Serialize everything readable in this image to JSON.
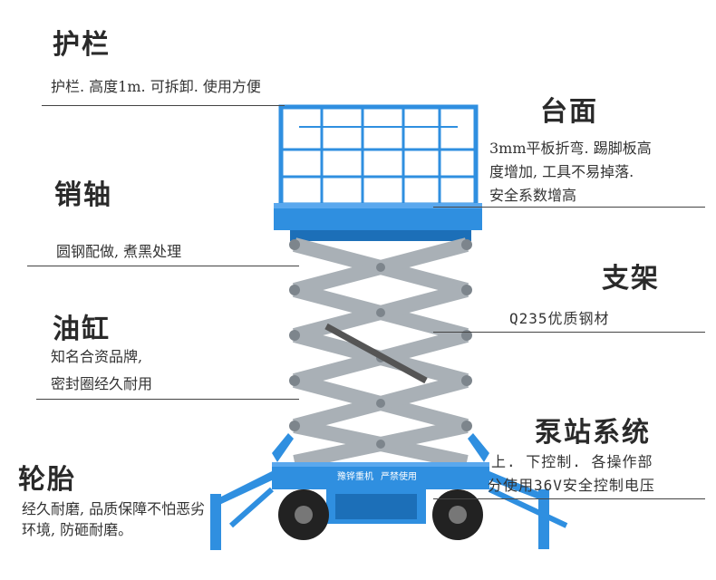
{
  "labels": {
    "guardrail": {
      "title": "护栏",
      "desc": "护栏. 高度1m. 可拆卸. 使用方便"
    },
    "platform": {
      "title": "台面",
      "desc_lines": [
        "3mm平板折弯. 踢脚板高",
        "度增加, 工具不易掉落.",
        "安全系数增高"
      ]
    },
    "pin": {
      "title": "销轴",
      "desc": "圆钢配做, 煮黑处理"
    },
    "frame": {
      "title": "支架",
      "desc": "Q235优质钢材"
    },
    "cylinder": {
      "title": "油缸",
      "desc_lines": [
        "知名合资品牌,",
        "密封圈经久耐用"
      ]
    },
    "pump": {
      "title": "泵站系统",
      "desc_lines": [
        "上. 下控制. 各操作部",
        "分使用36V安全控制电压"
      ]
    },
    "tire": {
      "title": "轮胎",
      "desc_lines": [
        "经久耐磨, 品质保障不怕恶劣",
        "环境, 防砸耐磨。"
      ]
    }
  },
  "machine": {
    "decal_left": "豫铧重机",
    "decal_right": "严禁使用"
  },
  "colors": {
    "blue": "#2f8fe0",
    "blue_dark": "#1c6fb8",
    "scissor": "#a9b0b6",
    "scissor_dark": "#7d858c",
    "tire": "#222222"
  }
}
